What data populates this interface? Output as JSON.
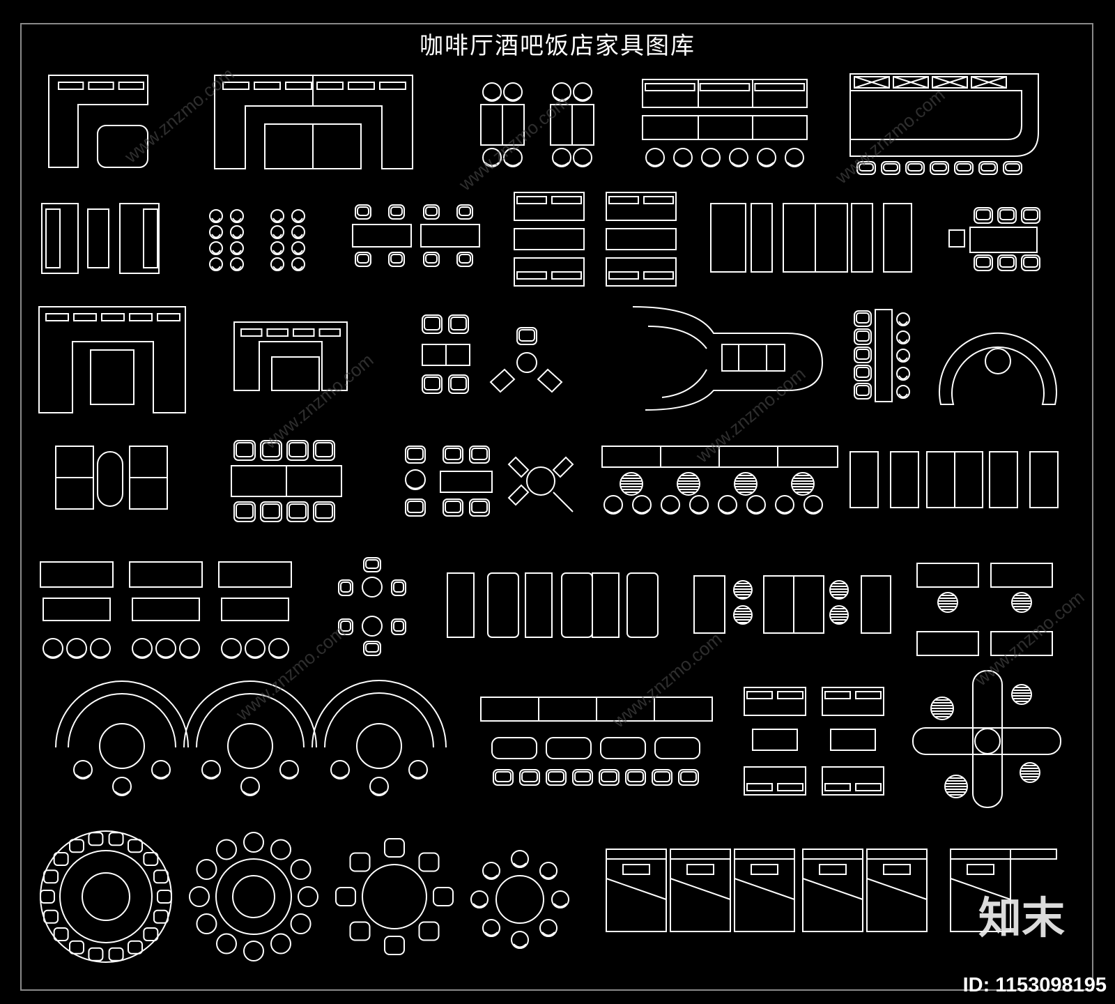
{
  "title": "咖啡厅酒吧饭店家具图库",
  "brand": "知末",
  "image_id": "ID: 1153098195",
  "watermark": "www.znzmo.com",
  "colors": {
    "background": "#000000",
    "line": "#ffffff",
    "border": "#8a8a8a"
  }
}
